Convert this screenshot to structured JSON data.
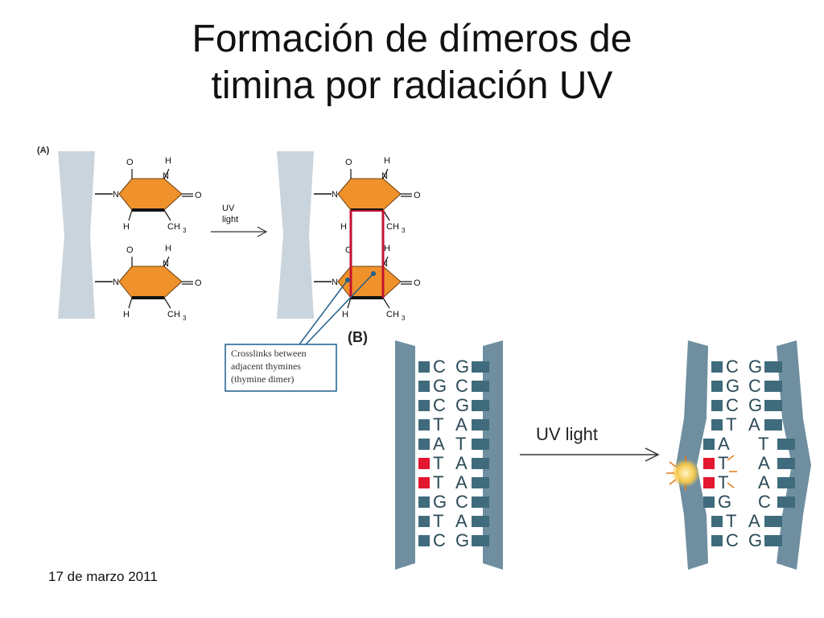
{
  "slide": {
    "title_line1": "Formación de dímeros de",
    "title_line2": "timina por radiación UV",
    "footer_date": "17 de marzo 2011"
  },
  "panel_a": {
    "label": "(A)",
    "arrow_label_line1": "UV",
    "arrow_label_line2": "light",
    "atoms": {
      "O": "O",
      "H": "H",
      "N": "N",
      "CH3": "CH",
      "sub3": "3"
    },
    "callout_lines": [
      "Crosslinks between",
      "adjacent thymines",
      "(thymine dimer)"
    ]
  },
  "panel_b": {
    "label": "(B)",
    "arrow_label": "UV light",
    "left_strand_bases": [
      "C",
      "G",
      "C",
      "T",
      "A",
      "T",
      "T",
      "G",
      "T",
      "C"
    ],
    "right_strand_bases": [
      "G",
      "C",
      "G",
      "A",
      "T",
      "A",
      "A",
      "C",
      "A",
      "G"
    ],
    "dimer_rows": [
      5,
      6
    ]
  },
  "colors": {
    "ring": "#f0922b",
    "backbone_a": "#c9d4dc",
    "backbone_b": "#6f8fa0",
    "base_block": "#3f6b7d",
    "dimer": "#e3172f",
    "crosslink": "#c4122f",
    "callout_line": "#1f5f8b",
    "spark": "#f6c84a"
  }
}
